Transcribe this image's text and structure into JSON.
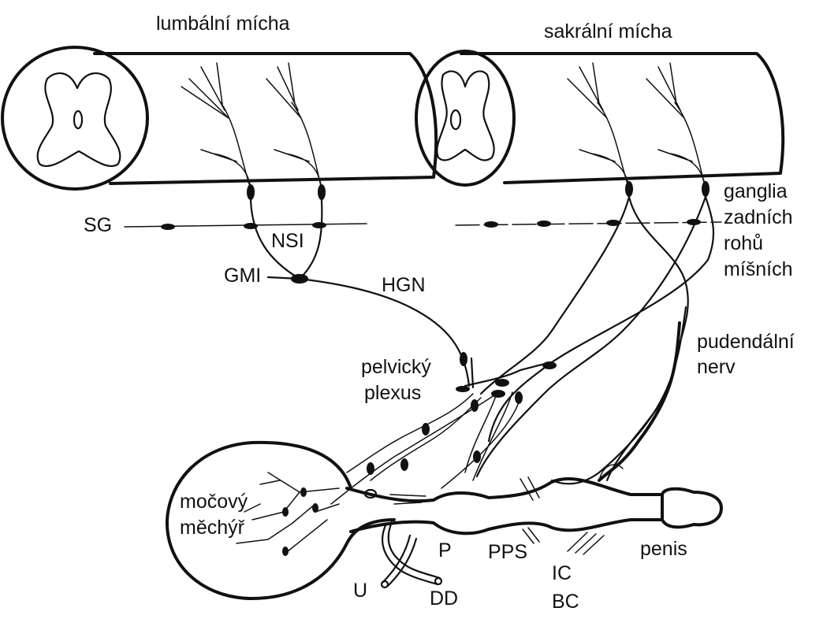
{
  "labels": {
    "lumbar": "lumbální mícha",
    "sacral": "sakrální mícha",
    "sg": "SG",
    "nsi": "NSI",
    "gmi": "GMI",
    "hgn": "HGN",
    "ganglia": [
      "ganglia",
      "zadních",
      "rohů",
      "míšních"
    ],
    "pelvic": [
      "pelvický",
      "plexus"
    ],
    "pudendal": [
      "pudendální",
      "nerv"
    ],
    "bladder": [
      "močový",
      "měchýř"
    ],
    "p": "P",
    "pps": "PPS",
    "ic": "IC",
    "bc": "BC",
    "u": "U",
    "dd": "DD",
    "penis": "penis"
  },
  "colors": {
    "ink": "#111111",
    "background": "#ffffff"
  }
}
